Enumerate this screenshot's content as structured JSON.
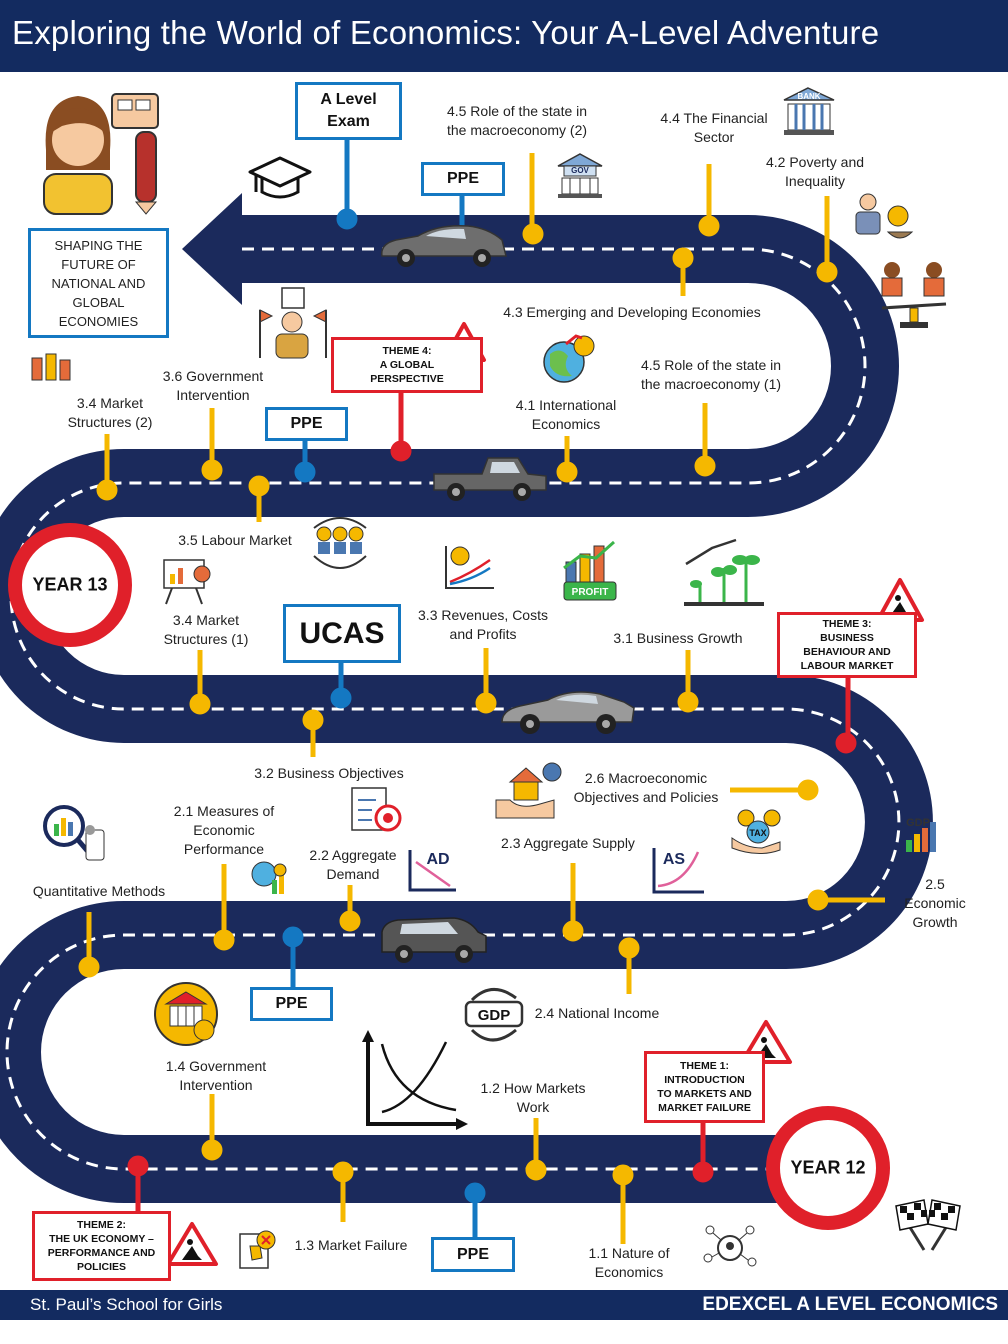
{
  "header": {
    "title": "Exploring the World of Economics: Your A-Level Adventure"
  },
  "footer": {
    "school": "St. Paul’s School for Girls",
    "course": "EDEXCEL A LEVEL ECONOMICS"
  },
  "goal": {
    "text": "SHAPING THE FUTURE OF NATIONAL AND GLOBAL ECONOMIES"
  },
  "milestones": {
    "a_level_exam": "A Level Exam",
    "ppe": "PPE",
    "ucas": "UCAS",
    "year13": "YEAR 13",
    "year12": "YEAR 12"
  },
  "themes": {
    "t1": "THEME 1:\nINTRODUCTION\nTO MARKETS AND\nMARKET FAILURE",
    "t2": "THEME 2:\nTHE UK ECONOMY –\nPERFORMANCE AND\nPOLICIES",
    "t3": "THEME 3:\nBUSINESS\nBEHAVIOUR AND\nLABOUR MARKET",
    "t4": "THEME 4:\nA GLOBAL\nPERSPECTIVE"
  },
  "topics": {
    "t45b": "4.5 Role of the state in\nthe macroeconomy (2)",
    "t44": "4.4 The Financial\nSector",
    "t42": "4.2 Poverty and\nInequality",
    "t43": "4.3 Emerging and Developing Economies",
    "t45a": "4.5 Role of the state in\nthe macroeconomy (1)",
    "t41": "4.1 International\nEconomics",
    "t36": "3.6 Government\nIntervention",
    "t34b": "3.4 Market\nStructures (2)",
    "t35": "3.5 Labour Market",
    "t34a": "3.4 Market\nStructures (1)",
    "t33": "3.3 Revenues, Costs\nand Profits",
    "t31": "3.1 Business Growth",
    "t32": "3.2 Business Objectives",
    "t26": "2.6 Macroeconomic\nObjectives and Policies",
    "t21": "2.1 Measures of\nEconomic\nPerformance",
    "t22": "2.2 Aggregate\nDemand",
    "t23": "2.3 Aggregate Supply",
    "qm": "Quantitative Methods",
    "t25": "2.5 Economic\nGrowth",
    "t24": "2.4 National Income",
    "t14": "1.4 Government\nIntervention",
    "t12": "1.2 How Markets\nWork",
    "t13": "1.3 Market Failure",
    "t11": "1.1 Nature of\nEconomics"
  },
  "icon_text": {
    "bank": "BANK",
    "gov": "GOV",
    "profit": "PROFIT",
    "ad": "AD",
    "as": "AS",
    "gdp_chart": "GDP",
    "gdp": "GDP",
    "tax": "TAX"
  },
  "colors": {
    "navy": "#132b60",
    "road": "#1b2a5c",
    "blue": "#1478c2",
    "red": "#e0202a",
    "yellow": "#f5b800"
  }
}
